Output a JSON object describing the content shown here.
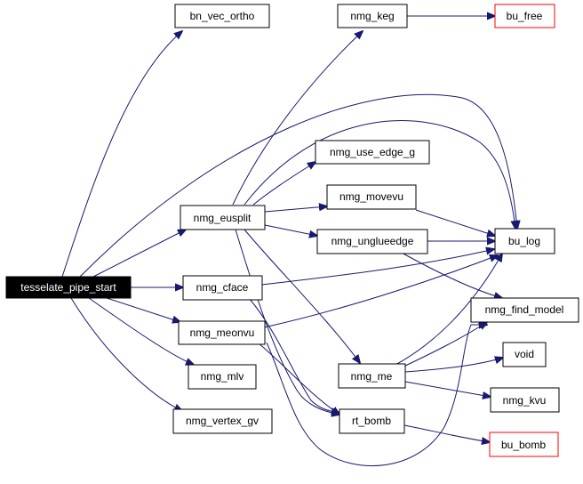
{
  "graph": {
    "root": "tesselate_pipe_start",
    "nodes": {
      "root": "tesselate_pipe_start",
      "bn_vec_ortho": "bn_vec_ortho",
      "nmg_eusplit": "nmg_eusplit",
      "nmg_cface": "nmg_cface",
      "nmg_meonvu": "nmg_meonvu",
      "nmg_mlv": "nmg_mlv",
      "nmg_vertex_gv": "nmg_vertex_gv",
      "nmg_keg": "nmg_keg",
      "nmg_use_edge_g": "nmg_use_edge_g",
      "nmg_movevu": "nmg_movevu",
      "nmg_unglueedge": "nmg_unglueedge",
      "nmg_me": "nmg_me",
      "rt_bomb": "rt_bomb",
      "bu_free": "bu_free",
      "bu_log": "bu_log",
      "nmg_find_model": "nmg_find_model",
      "void": "void",
      "nmg_kvu": "nmg_kvu",
      "bu_bomb": "bu_bomb"
    },
    "colors": {
      "edge": "#191970",
      "default_border": "#000000",
      "external_border": "#ff0000",
      "root_fill": "#000000"
    }
  }
}
